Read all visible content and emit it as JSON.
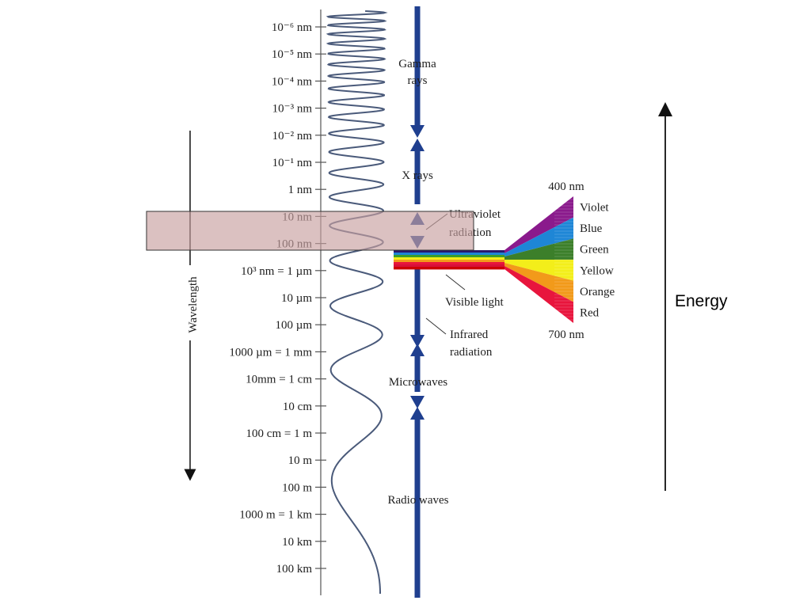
{
  "wavelength_axis": {
    "label": "Wavelength",
    "ticks": [
      "10⁻⁶ nm",
      "10⁻⁵ nm",
      "10⁻⁴ nm",
      "10⁻³ nm",
      "10⁻² nm",
      "10⁻¹ nm",
      "1 nm",
      "10 nm",
      "100 nm",
      "10³ nm = 1 µm",
      "10 µm",
      "100 µm",
      "1000 µm = 1 mm",
      "10mm = 1 cm",
      "10 cm",
      "100 cm = 1 m",
      "10 m",
      "100 m",
      "1000 m = 1 km",
      "10 km",
      "100 km"
    ]
  },
  "regions": {
    "gamma": [
      "Gamma",
      "rays"
    ],
    "xray": "X rays",
    "uv": [
      "Ultraviolet",
      "radiation"
    ],
    "visible": "Visible light",
    "ir": [
      "Infrared",
      "radiation"
    ],
    "microwave": "Microwaves",
    "radio": "Radio waves"
  },
  "visible_spectrum": {
    "top_label": "400 nm",
    "bottom_label": "700 nm",
    "colors": [
      {
        "name": "Violet",
        "color": "#8a1a8c"
      },
      {
        "name": "Blue",
        "color": "#1e86d6"
      },
      {
        "name": "Green",
        "color": "#3c7f2a"
      },
      {
        "name": "Yellow",
        "color": "#f3ee1a"
      },
      {
        "name": "Orange",
        "color": "#f29a1a"
      },
      {
        "name": "Red",
        "color": "#e8153d"
      }
    ]
  },
  "energy_label": "Energy",
  "highlight_color": "#c8a0a0"
}
